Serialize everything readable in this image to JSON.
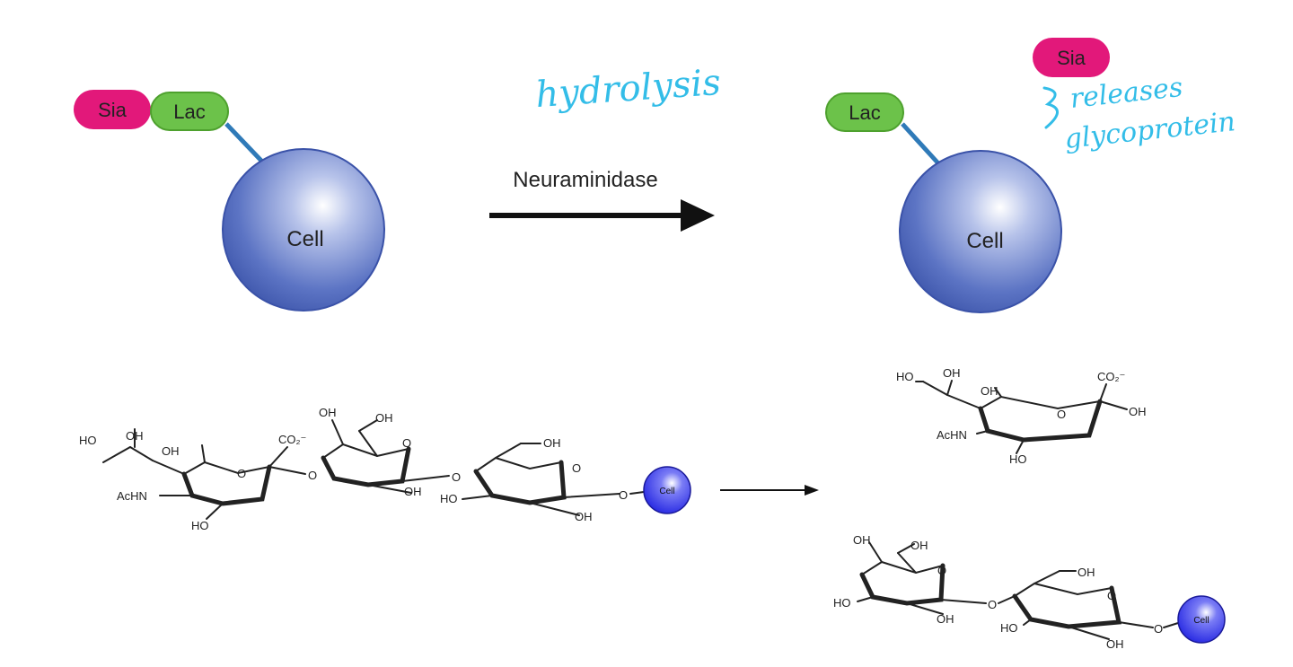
{
  "cartoon": {
    "before": {
      "sia_label": "Sia",
      "lac_label": "Lac",
      "cell_label": "Cell"
    },
    "enzyme_label": "Neuraminidase",
    "after": {
      "lac_label": "Lac",
      "cell_label": "Cell",
      "sia_label": "Sia"
    }
  },
  "handwriting": {
    "arrow_note": "hydrolysis",
    "release_line1": "releases",
    "release_line2": "glycoprotein"
  },
  "structures": {
    "bead_label": "Cell",
    "hydroxyl": "OH",
    "hydroxyl_left": "HO",
    "acetamido": "AcHN",
    "carboxylate": "CO₂⁻",
    "ring_oxygen": "O"
  },
  "colors": {
    "sia": "#e2187a",
    "lac": "#6cc24a",
    "cell": "#4a64b8",
    "linker": "#2f7ab8",
    "handwriting": "#33bde8"
  }
}
